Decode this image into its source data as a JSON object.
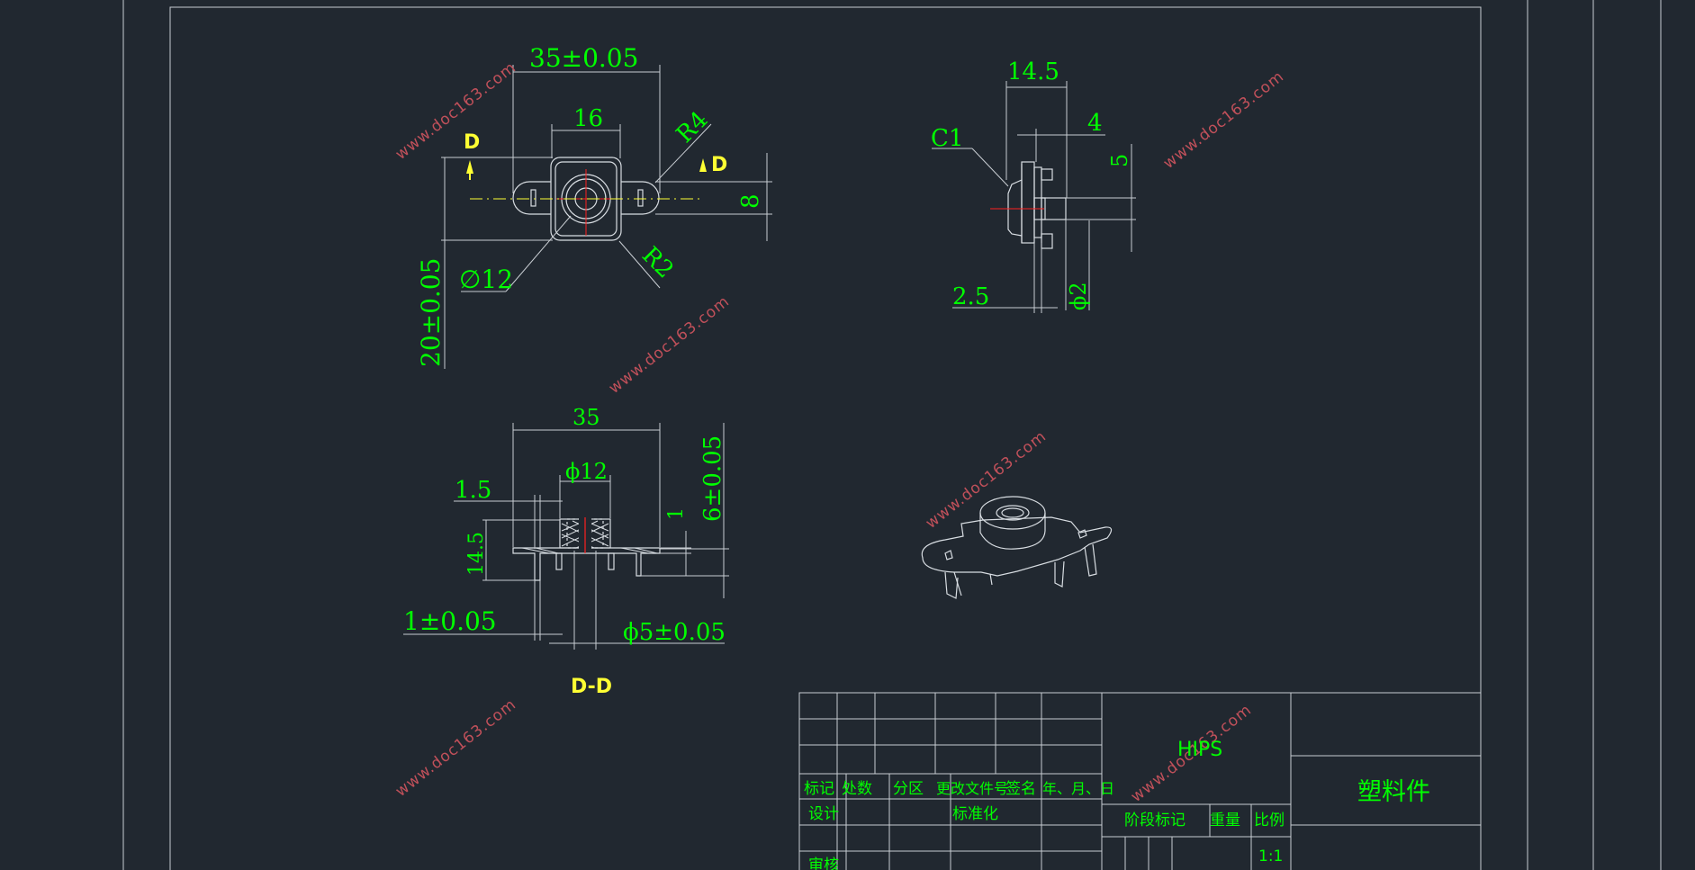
{
  "drawing": {
    "top_view": {
      "dim_overall_width": "35±0.05",
      "dim_boss_width": "16",
      "dim_corner_radius": "R4",
      "dim_small_radius": "R2",
      "dim_height": "20±0.05",
      "dim_diameter": "∅12",
      "dim_tab_height": "8",
      "section_mark_left": "D",
      "section_mark_right": "D"
    },
    "side_view": {
      "dim_width": "14.5",
      "dim_step": "4",
      "dim_chamfer": "C1",
      "dim_5": "5",
      "dim_2_5": "2.5",
      "dim_pin_diam": "ϕ2"
    },
    "section_view": {
      "dim_width": "35",
      "dim_diameter": "ϕ12",
      "dim_1_5": "1.5",
      "dim_height": "14.5",
      "dim_1": "1",
      "dim_6": "6±0.05",
      "dim_wall": "1±0.05",
      "dim_hole": "ϕ5±0.05",
      "label": "D-D"
    }
  },
  "watermark": "www.doc163.com",
  "title_block": {
    "headers": [
      "标记",
      "处数",
      "分区",
      "更改文件号",
      "签名",
      "年、月、日"
    ],
    "row_design": "设计",
    "row_standard": "标准化",
    "row_review": "审核",
    "material": "HIPS",
    "stage_label": "阶段标记",
    "weight_label": "重量",
    "scale_label": "比例",
    "scale_value": "1:1",
    "part_name": "塑料件"
  }
}
